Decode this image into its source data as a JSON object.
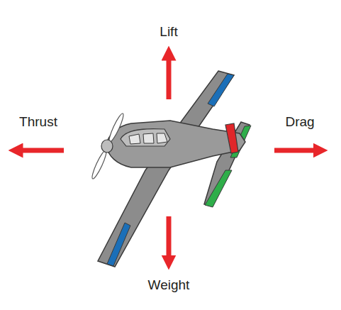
{
  "diagram": {
    "labels": [
      "Lift",
      "Thrust",
      "Drag",
      "Weight"
    ]
  }
}
